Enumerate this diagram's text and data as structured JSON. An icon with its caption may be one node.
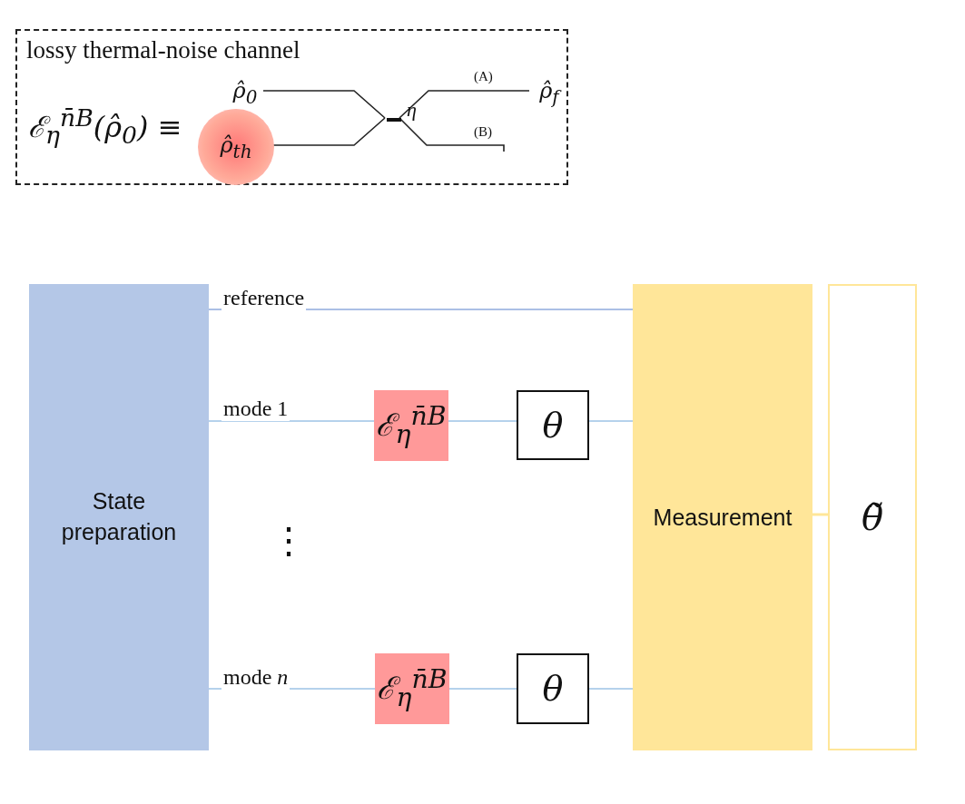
{
  "diagram": {
    "nodes": [
      {
        "text": [
          "lossy thermal-noise channel",
          "ℰ$_{η}$$^{n̄B}$(ρ̂$_{0}$) ≡"
        ]
      },
      {
        "text": [
          "ρ̂$_{0}$"
        ],
        "in": 0
      },
      {
        "text": [
          "ρ̂$_{th}$"
        ],
        "in": 0
      },
      {
        "text": [],
        "shape": "bar",
        "in": 0,
        "beside": [
          "η"
        ]
      },
      {
        "text": [
          "ρ̂$_{f}$"
        ],
        "in": 0
      },
      {
        "text": [
          "State preparation"
        ]
      },
      {
        "text": [
          "ℰ$_{η}$$^{n̄B}$"
        ]
      },
      {
        "text": [
          "θ"
        ]
      },
      {
        "text": [
          "ℰ$_{η}$$^{n̄B}$"
        ]
      },
      {
        "text": [
          "θ"
        ]
      },
      {
        "text": [
          "Measurement"
        ]
      },
      {
        "text": [
          "θ̃"
        ]
      }
    ],
    "edges": [
      {
        "from": 1,
        "to": 3,
        "arrow": "none",
        "color": "#222222"
      },
      {
        "from": 2,
        "to": 3,
        "arrow": "none",
        "color": "#222222"
      },
      {
        "from": 3,
        "to": 4,
        "arrow": "none",
        "label": "(A)",
        "color": "#222222"
      },
      {
        "from": 3,
        "to": null,
        "arrow": "none",
        "label": "(B)",
        "color": "#222222"
      },
      {
        "from": 5,
        "to": 10,
        "arrow": "none",
        "label": "reference",
        "color": "#8faadc"
      },
      {
        "from": 5,
        "to": 6,
        "arrow": "none",
        "label": "mode 1"
      },
      {
        "from": 6,
        "to": 7,
        "arrow": "none"
      },
      {
        "from": 7,
        "to": 10,
        "arrow": "none"
      },
      {
        "from": 5,
        "to": 8,
        "arrow": "none",
        "label": "mode *n*"
      },
      {
        "from": 8,
        "to": 9,
        "arrow": "none"
      },
      {
        "from": 9,
        "to": 10,
        "arrow": "none"
      },
      {
        "from": 10,
        "to": 11,
        "arrow": "none",
        "color": "#ffe699"
      }
    ],
    "labels": [
      "⋮"
    ]
  }
}
